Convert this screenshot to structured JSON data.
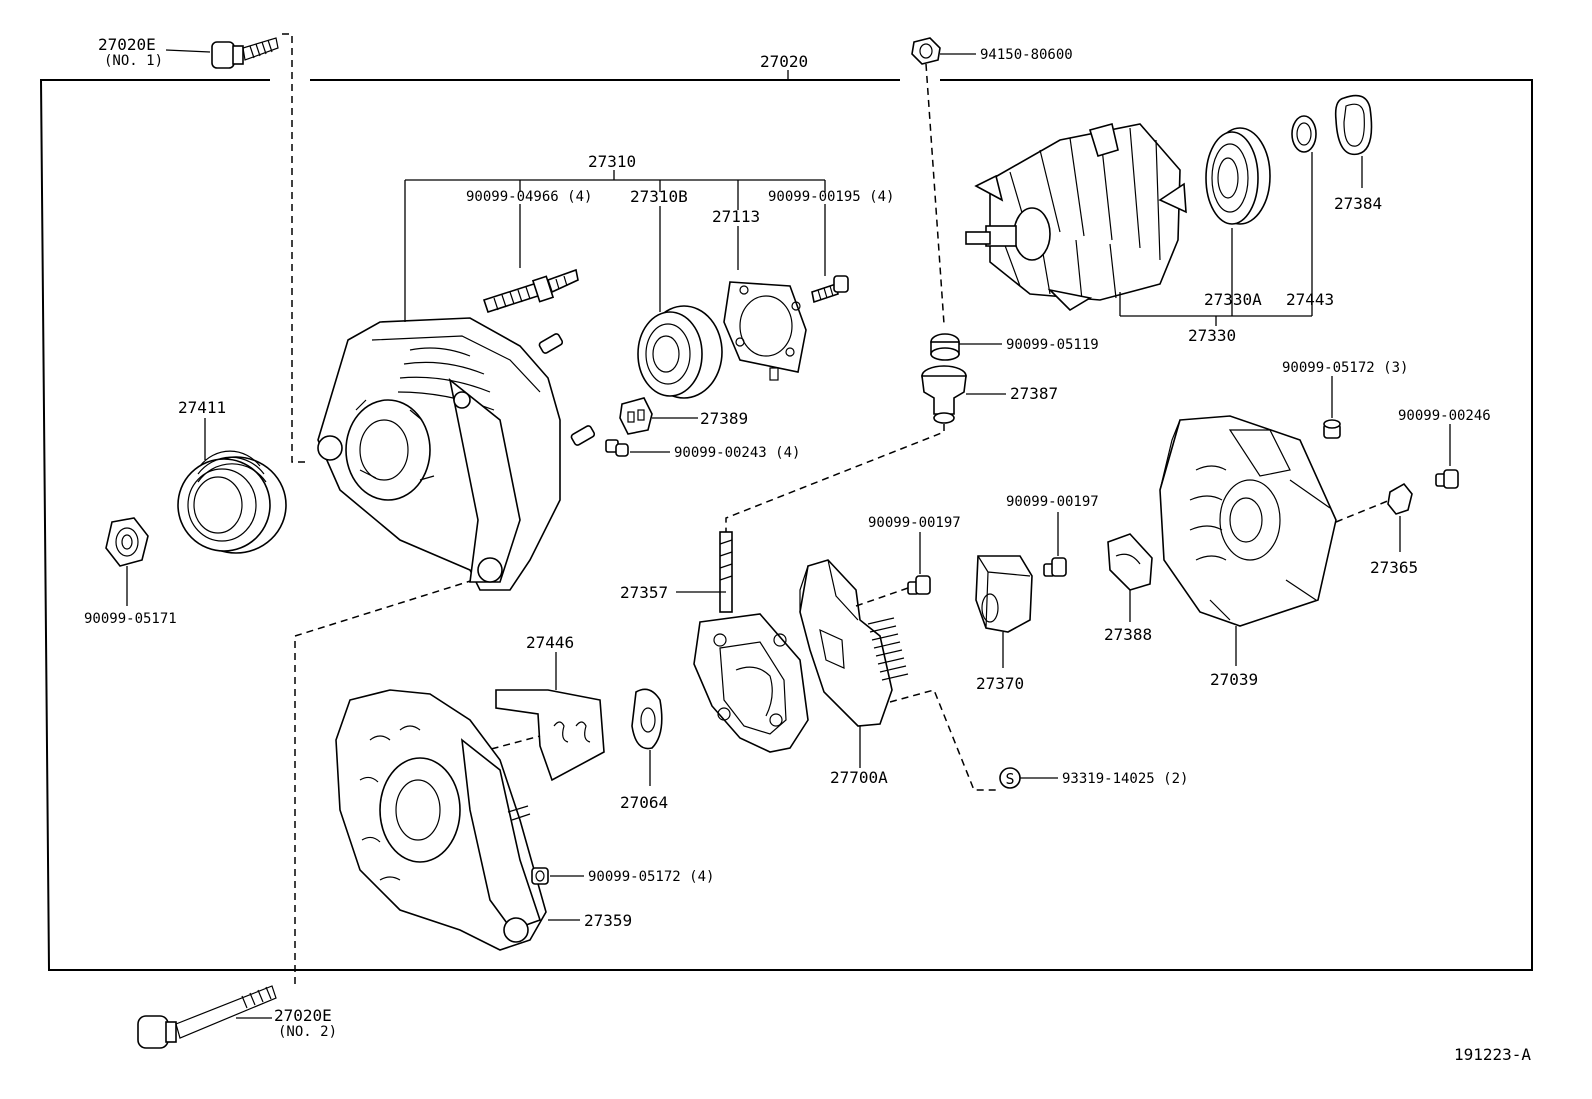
{
  "labels": {
    "p27020e_no1": "27020E",
    "p27020e_no1_sub": "(NO. 1)",
    "p27020": "27020",
    "p94150_80600": "94150-80600",
    "p27310": "27310",
    "p90099_04966": "90099-04966 (4)",
    "p27310b": "27310B",
    "p27113": "27113",
    "p90099_00195": "90099-00195 (4)",
    "p27384": "27384",
    "p27330a": "27330A",
    "p27443": "27443",
    "p27330": "27330",
    "p90099_05119": "90099-05119",
    "p27387": "27387",
    "p27389": "27389",
    "p90099_00243": "90099-00243 (4)",
    "p90099_05172_3": "90099-05172 (3)",
    "p90099_00246": "90099-00246",
    "p27411": "27411",
    "p90099_05171": "90099-05171",
    "p90099_00197_a": "90099-00197",
    "p90099_00197_b": "90099-00197",
    "p27357": "27357",
    "p27365": "27365",
    "p27388": "27388",
    "p27370": "27370",
    "p27039": "27039",
    "p27446": "27446",
    "p27064": "27064",
    "p27700a": "27700A",
    "s_mark": "S",
    "p93319_14025": "93319-14025 (2)",
    "p90099_05172_4": "90099-05172 (4)",
    "p27359": "27359",
    "p27020e_no2": "27020E",
    "p27020e_no2_sub": "(NO. 2)",
    "figure_id": "191223-A"
  },
  "icons": [
    "bolt-icon",
    "nut-icon",
    "pulley-icon",
    "alternator-housing-icon",
    "bearing-icon",
    "bearing-retainer-icon",
    "rotor-icon",
    "collar-icon",
    "rear-cover-icon",
    "brush-holder-icon",
    "regulator-icon",
    "rectifier-icon",
    "front-frame-icon",
    "insulator-plate-icon",
    "washer-icon",
    "terminal-insulator-icon"
  ],
  "colors": {
    "ink": "#000000",
    "paper": "#ffffff"
  }
}
